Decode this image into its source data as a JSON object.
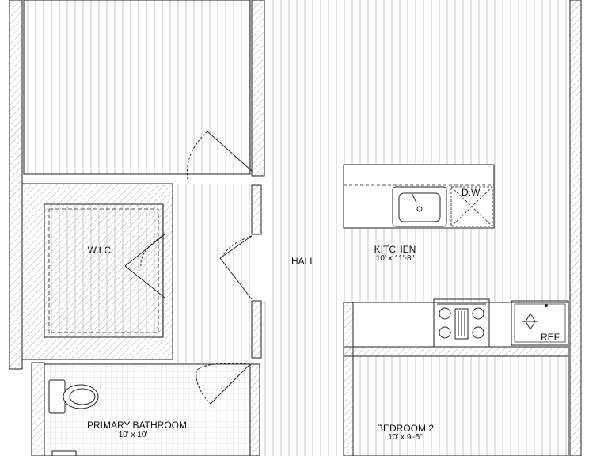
{
  "rooms": {
    "wic": {
      "name": "W.I.C."
    },
    "hall": {
      "name": "HALL"
    },
    "kitchen": {
      "name": "KITCHEN",
      "dimensions": "10' x 11'-8\""
    },
    "primary_bathroom": {
      "name": "PRIMARY BATHROOM",
      "dimensions": "10' x 10'"
    },
    "bedroom_2": {
      "name": "BEDROOM 2",
      "dimensions": "10' x 9'-5\""
    }
  },
  "fixtures": {
    "dishwasher": "D.W.",
    "refrigerator": "REF."
  },
  "colors": {
    "line": "#222222",
    "floor_stripe": "#bdbdbd",
    "tile_grid": "#cfcfcf",
    "wall_hatch": "#9a9a9a"
  }
}
